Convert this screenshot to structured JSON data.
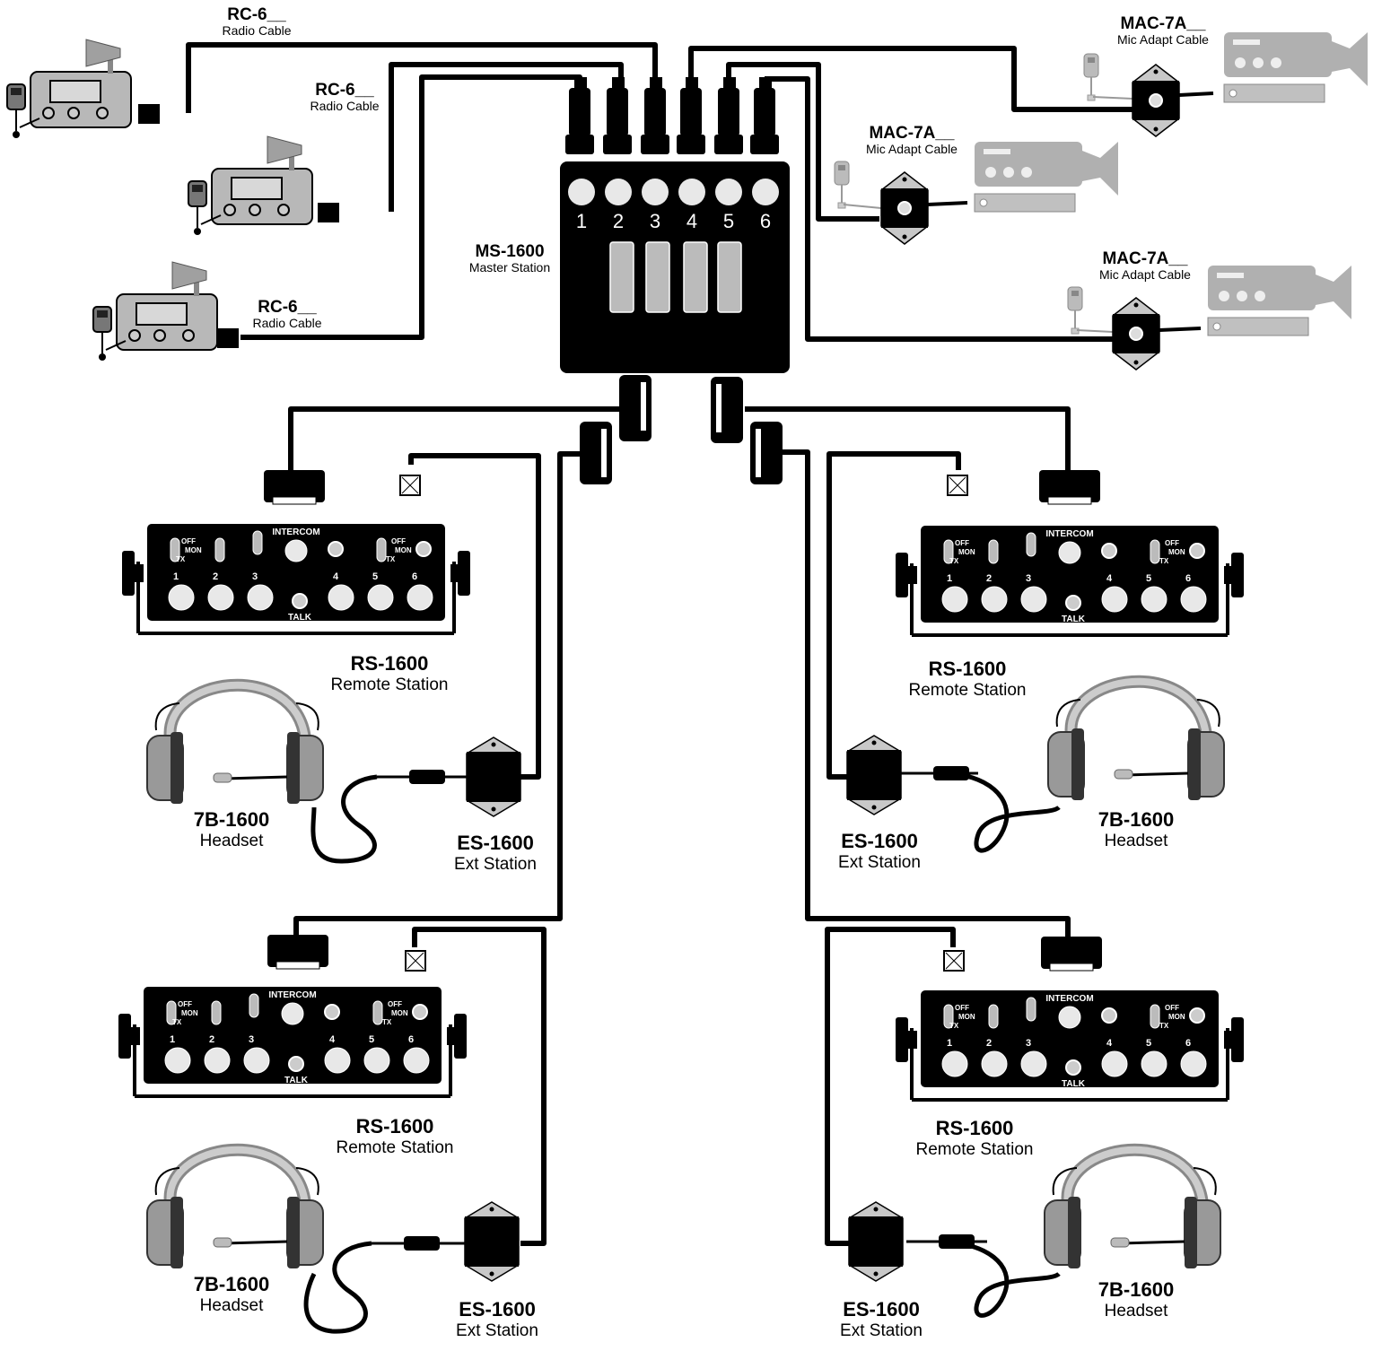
{
  "radio_cables": [
    {
      "model": "RC-6__",
      "desc": "Radio Cable"
    },
    {
      "model": "RC-6__",
      "desc": "Radio Cable"
    },
    {
      "model": "RC-6__",
      "desc": "Radio Cable"
    }
  ],
  "mic_adapt_cables": [
    {
      "model": "MAC-7A__",
      "desc": "Mic Adapt Cable"
    },
    {
      "model": "MAC-7A__",
      "desc": "Mic Adapt Cable"
    },
    {
      "model": "MAC-7A__",
      "desc": "Mic Adapt Cable"
    }
  ],
  "master_station": {
    "model": "MS-1600",
    "desc": "Master Station",
    "ports": [
      "1",
      "2",
      "3",
      "4",
      "5",
      "6"
    ]
  },
  "remote_stations": [
    {
      "model": "RS-1600",
      "desc": "Remote Station"
    },
    {
      "model": "RS-1600",
      "desc": "Remote Station"
    },
    {
      "model": "RS-1600",
      "desc": "Remote Station"
    },
    {
      "model": "RS-1600",
      "desc": "Remote Station"
    }
  ],
  "remote_panel": {
    "intercom": "INTERCOM",
    "switch_positions": [
      "OFF",
      "MON",
      "TX"
    ],
    "channels": [
      "1",
      "2",
      "3",
      "4",
      "5",
      "6"
    ],
    "talk": "TALK"
  },
  "headsets": [
    {
      "model": "7B-1600",
      "desc": "Headset"
    },
    {
      "model": "7B-1600",
      "desc": "Headset"
    },
    {
      "model": "7B-1600",
      "desc": "Headset"
    },
    {
      "model": "7B-1600",
      "desc": "Headset"
    }
  ],
  "ext_stations": [
    {
      "model": "ES-1600",
      "desc": "Ext Station"
    },
    {
      "model": "ES-1600",
      "desc": "Ext Station"
    },
    {
      "model": "ES-1600",
      "desc": "Ext Station"
    },
    {
      "model": "ES-1600",
      "desc": "Ext Station"
    }
  ],
  "colors": {
    "cable": "#000000",
    "device_gray": "#a8a8a8",
    "device_light": "#d4d4d4",
    "panel": "#000000"
  }
}
